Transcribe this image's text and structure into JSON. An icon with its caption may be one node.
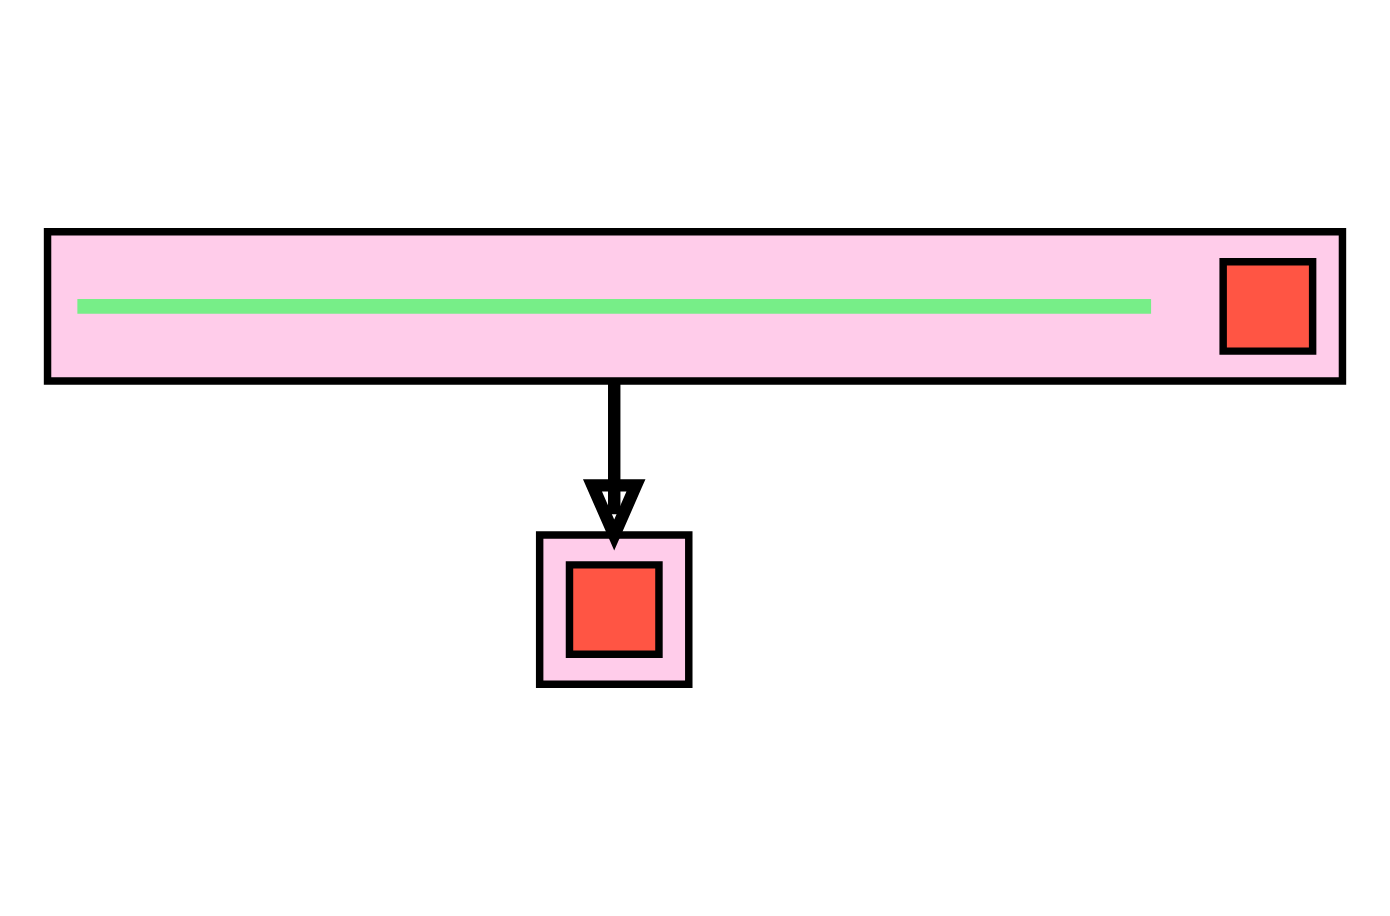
{
  "diagram": {
    "nodes": [
      {
        "text": [],
        "shape": "box"
      },
      {
        "text": [],
        "shape": "box",
        "in": 0
      },
      {
        "text": [],
        "shape": "bar",
        "in": 0
      },
      {
        "text": [],
        "shape": "box"
      },
      {
        "text": [],
        "shape": "box",
        "in": 3
      }
    ],
    "edges": [
      {
        "from": 0,
        "to": 3,
        "arrow": "to"
      }
    ]
  }
}
